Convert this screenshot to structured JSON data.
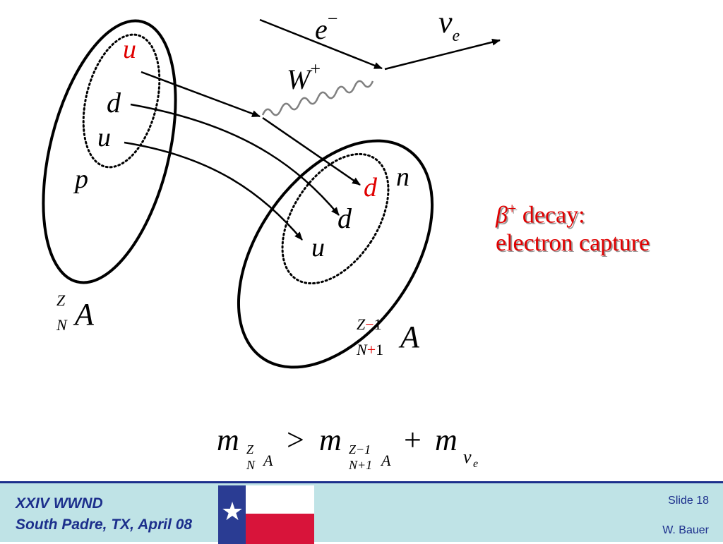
{
  "labels": {
    "proton_quark_top": "u",
    "proton_quark_mid": "d",
    "proton_quark_bottom": "u",
    "proton": "p",
    "neutron": "n",
    "neutron_quark_top": "d",
    "neutron_quark_mid": "d",
    "neutron_quark_bottom": "u",
    "electron": "e",
    "electron_charge": "−",
    "neutrino": "ν",
    "neutrino_sub": "e",
    "boson": "W",
    "boson_charge": "+"
  },
  "nucleus_parent": {
    "z": "Z",
    "n": "N",
    "a": "A"
  },
  "nucleus_daughter": {
    "z": "Z",
    "z_op": "−",
    "z_num": "1",
    "n": "N",
    "n_op": "+",
    "n_num": "1",
    "a": "A"
  },
  "title": {
    "beta": "β",
    "beta_sup": "+",
    "line1": " decay:",
    "line2": "electron capture"
  },
  "equation": {
    "m1": "m",
    "m1_z": "Z",
    "m1_n": "N",
    "m1_a": "A",
    "gt": ">",
    "m2": "m",
    "m2_z": "Z−1",
    "m2_n": "N+1",
    "m2_a": "A",
    "plus": "+",
    "m3": "m",
    "m3_sub": "ν",
    "m3_subsub": "e"
  },
  "footer": {
    "line1": "XXIV WWND",
    "line2": "South Padre, TX, April 08",
    "slide": "Slide 18",
    "author": "W. Bauer",
    "star": "★"
  },
  "colors": {
    "accent_red": "#e00000",
    "footer_bg": "#bfe3e6",
    "footer_text": "#1c2f8c",
    "flag_blue": "#2a3c93",
    "flag_red": "#d8143a"
  }
}
